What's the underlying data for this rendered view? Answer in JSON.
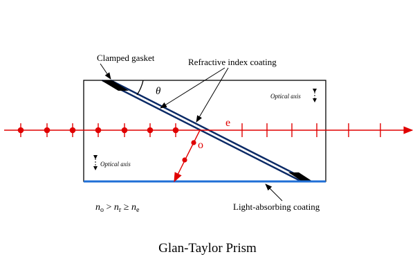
{
  "labels": {
    "clamped_gasket": "Clamped gasket",
    "refractive_index_coating": "Refractive index coating",
    "light_absorbing_coating": "Light-absorbing coating",
    "optical_axis_top": "Optical axis",
    "optical_axis_left": "Optical axis",
    "theta": "θ",
    "e_ray": "e",
    "o_ray": "o"
  },
  "relation": {
    "n_o": "n",
    "sub_o": "o",
    "gt": " > ",
    "n_r": "n",
    "sub_r": "r",
    "geq": " ≥ ",
    "n_e": "n",
    "sub_e": "e"
  },
  "title": "Glan-Taylor Prism",
  "colors": {
    "ray": "#e00000",
    "coating": "#0b2a66",
    "absorbing": "#1f6fd6",
    "outline": "#000000"
  }
}
